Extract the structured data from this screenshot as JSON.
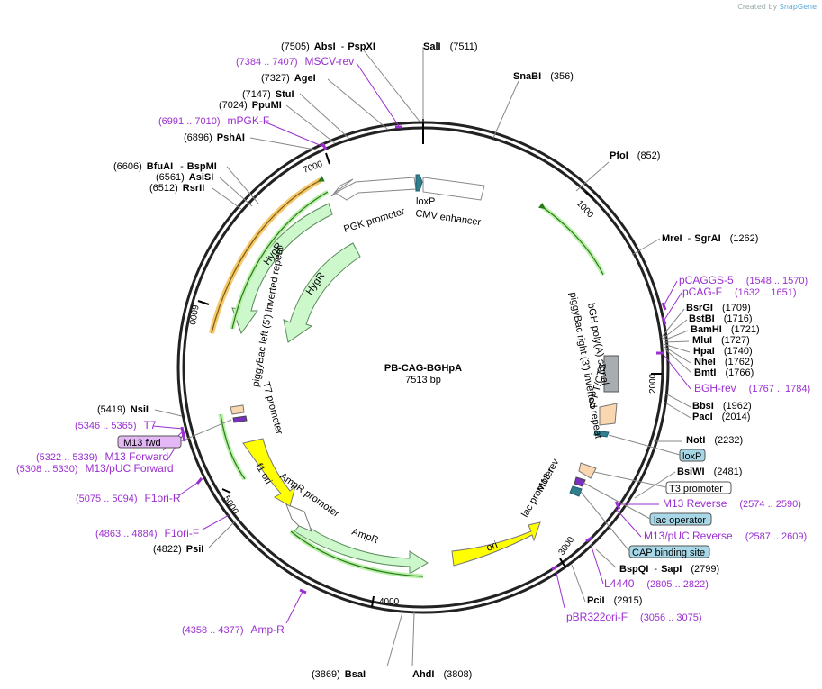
{
  "credit": {
    "prefix": "Created by",
    "brand": "SnapGene"
  },
  "plasmid": {
    "name": "PB-CAG-BGHpA",
    "size": "7513 bp"
  },
  "scale_ticks": [
    "1000",
    "2000",
    "3000",
    "4000",
    "5000",
    "6000",
    "7000"
  ],
  "enzymes": [
    {
      "id": "abs",
      "name": "AbsI",
      "pos": "(7505)",
      "name2": "PspXI"
    },
    {
      "id": "sal",
      "name": "SalI",
      "pos": "(7511)"
    },
    {
      "id": "snab",
      "name": "SnaBI",
      "pos": "(356)"
    },
    {
      "id": "age",
      "name": "AgeI",
      "pos": "(7327)"
    },
    {
      "id": "stu",
      "name": "StuI",
      "pos": "(7147)"
    },
    {
      "id": "ppum",
      "name": "PpuMI",
      "pos": "(7024)"
    },
    {
      "id": "psha",
      "name": "PshAI",
      "pos": "(6896)"
    },
    {
      "id": "bfua",
      "name": "BfuAI",
      "pos": "(6606)",
      "name2": "BspMI"
    },
    {
      "id": "asis",
      "name": "AsiSI",
      "pos": "(6561)"
    },
    {
      "id": "rsr",
      "name": "RsrII",
      "pos": "(6512)"
    },
    {
      "id": "pfo",
      "name": "PfoI",
      "pos": "(852)"
    },
    {
      "id": "mre",
      "name": "MreI",
      "pos": "(1262)",
      "name2": "SgrAI"
    },
    {
      "id": "bsrg",
      "name": "BsrGI",
      "pos": "(1709)"
    },
    {
      "id": "bstb",
      "name": "BstBI",
      "pos": "(1716)"
    },
    {
      "id": "bamh",
      "name": "BamHI",
      "pos": "(1721)"
    },
    {
      "id": "mlu",
      "name": "MluI",
      "pos": "(1727)"
    },
    {
      "id": "hpa",
      "name": "HpaI",
      "pos": "(1740)"
    },
    {
      "id": "nhe",
      "name": "NheI",
      "pos": "(1762)"
    },
    {
      "id": "bmt",
      "name": "BmtI",
      "pos": "(1766)"
    },
    {
      "id": "bbs",
      "name": "BbsI",
      "pos": "(1962)"
    },
    {
      "id": "pac",
      "name": "PacI",
      "pos": "(2014)"
    },
    {
      "id": "not",
      "name": "NotI",
      "pos": "(2232)"
    },
    {
      "id": "bsiw",
      "name": "BsiWI",
      "pos": "(2481)"
    },
    {
      "id": "bspq",
      "name": "BspQI",
      "pos": "(2799)",
      "name2": "SapI"
    },
    {
      "id": "pci",
      "name": "PciI",
      "pos": "(2915)"
    },
    {
      "id": "ahd",
      "name": "AhdI",
      "pos": "(3808)"
    },
    {
      "id": "bsa",
      "name": "BsaI",
      "pos": "(3869)"
    },
    {
      "id": "psi",
      "name": "PsiI",
      "pos": "(4822)"
    },
    {
      "id": "nsi",
      "name": "NsiI",
      "pos": "(5419)"
    }
  ],
  "primers": [
    {
      "id": "msvc",
      "name": "MSCV-rev",
      "range": "(7384 .. 7407)"
    },
    {
      "id": "mpgk",
      "name": "mPGK-F",
      "range": "(6991 .. 7010)"
    },
    {
      "id": "pcaggs",
      "name": "pCAGGS-5",
      "range": "(1548 .. 1570)"
    },
    {
      "id": "pcagf",
      "name": "pCAG-F",
      "range": "(1632 .. 1651)"
    },
    {
      "id": "bghrev",
      "name": "BGH-rev",
      "range": "(1767 .. 1784)"
    },
    {
      "id": "m13rev",
      "name": "M13 Reverse",
      "range": "(2574 .. 2590)"
    },
    {
      "id": "m13puc",
      "name": "M13/pUC Reverse",
      "range": "(2587 .. 2609)"
    },
    {
      "id": "l4440",
      "name": "L4440",
      "range": "(2805 .. 2822)"
    },
    {
      "id": "pbr",
      "name": "pBR322ori-F",
      "range": "(3056 .. 3075)"
    },
    {
      "id": "amp",
      "name": "Amp-R",
      "range": "(4358 .. 4377)"
    },
    {
      "id": "f1f",
      "name": "F1ori-F",
      "range": "(4863 .. 4884)"
    },
    {
      "id": "f1r",
      "name": "F1ori-R",
      "range": "(5075 .. 5094)"
    },
    {
      "id": "m13pucf",
      "name": "M13/pUC Forward",
      "range": "(5308 .. 5330)"
    },
    {
      "id": "m13f",
      "name": "M13 Forward",
      "range": "(5322 .. 5339)"
    },
    {
      "id": "t7",
      "name": "T7",
      "range": "(5346 .. 5365)"
    }
  ],
  "boxed_labels": [
    {
      "id": "m13fwd",
      "text": "M13 fwd"
    },
    {
      "id": "loxp",
      "text": "loxP"
    },
    {
      "id": "t3",
      "text": "T3 promoter"
    },
    {
      "id": "lacop",
      "text": "lac operator"
    },
    {
      "id": "cap",
      "text": "CAP binding site"
    }
  ],
  "features": {
    "pgk": "PGK promoter",
    "loxp": "loxP",
    "cmv": "CMV enhancer",
    "hygr1": "HygR",
    "hygr2": "HygR",
    "pbl": "piggyBac left (5') inverted repeat",
    "t7p": "T7 promoter",
    "bgh": "bGH poly(A) signal",
    "pbr": "piggyBac right (3') inverted repeat",
    "cppt": "cPPT/CTS",
    "m13r": "M13 rev",
    "lacp": "lac promoter",
    "f1": "f1 ori",
    "ampp": "AmpR promoter",
    "ampr": "AmpR",
    "ori": "ori"
  }
}
